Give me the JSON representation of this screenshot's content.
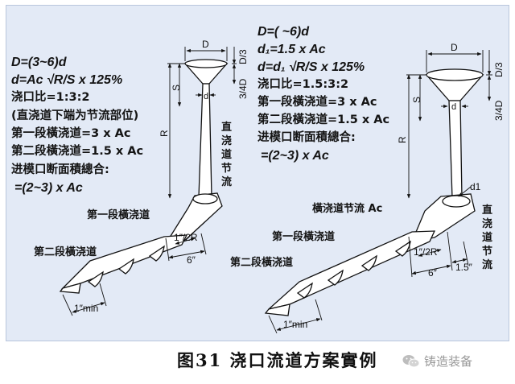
{
  "left": {
    "formulas": [
      "D=(3~6)d",
      "d=Ac √R/S x 125%",
      "浇口比=1:3:2",
      "(直浇道下端为节流部位)",
      "第一段橫浇道=3 x Ac",
      "第二段橫浇道=1.5 x Ac",
      "进模口断面積總合:",
      "=(2~3) x Ac"
    ],
    "labels": {
      "sprue_choke": "直浇道节流",
      "runner1": "第一段橫浇道",
      "runner2": "第二段橫浇道"
    },
    "dims": {
      "D": "D",
      "D3": "D/3",
      "D34": "3/4D",
      "S": "S",
      "R": "R",
      "d": "d",
      "r2": "1″/2R",
      "six": "6″",
      "min": "1″min"
    }
  },
  "right": {
    "formulas": [
      "D=( ~6)d",
      "d₁=1.5 x Ac",
      "d=d₁ √R/S x 125%",
      "浇口比=1.5:3:2",
      "第一段橫浇道=3 x Ac",
      "第二段橫浇道=1.5 x Ac",
      "进模口断面積總合:",
      "=(2~3) x Ac"
    ],
    "labels": {
      "runner_choke": "橫浇道节流 Ac",
      "runner1": "第一段橫浇道",
      "runner2": "第二段橫浇道",
      "sprue_choke": "直浇道节流"
    },
    "dims": {
      "D": "D",
      "D3": "D/3",
      "D34": "3/4D",
      "S": "S",
      "R": "R",
      "d": "d",
      "d1": "d1",
      "r2": "1″/2R",
      "six": "6″",
      "onefive": "1.5″",
      "min": "1″min"
    }
  },
  "caption": "图31 浇口流道方案實例",
  "brand": {
    "text": "铸造装备",
    "icon": "wechat-icon"
  },
  "colors": {
    "panel": "#e3eaf6",
    "line": "#111111",
    "text": "#141414"
  }
}
